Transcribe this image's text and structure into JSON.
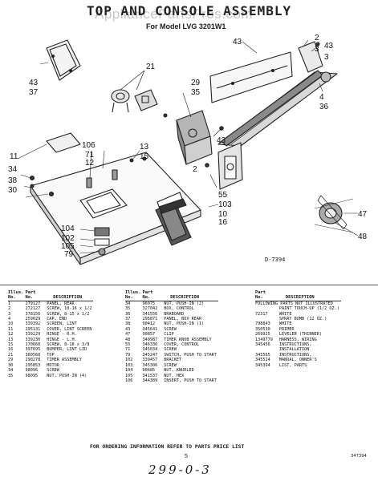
{
  "header": {
    "title": "TOP AND CONSOLE ASSEMBLY",
    "watermark": "AppliancePartsPros.com",
    "model": "For Model LVG 3201W1"
  },
  "diagram": {
    "callouts": [
      "43",
      "2",
      "3",
      "4",
      "36",
      "37",
      "21",
      "29",
      "35",
      "11",
      "106",
      "71",
      "12",
      "13",
      "15",
      "34",
      "38",
      "30",
      "43",
      "55",
      "103",
      "10",
      "16",
      "104",
      "102",
      "105",
      "79",
      "47",
      "48",
      "2",
      "43",
      "43",
      "3"
    ],
    "drawing_no": "D-7394"
  },
  "parts_table": {
    "headers": {
      "illus": "Illus.",
      "part": "Part",
      "no": "No.",
      "no2": "No.",
      "desc": "DESCRIPTION"
    },
    "col1": [
      [
        "1",
        "279127",
        "PANEL, REAR"
      ],
      [
        "2",
        "272127",
        "SCREW, 10-16 x 1/2"
      ],
      [
        "3",
        "378156",
        "SCREW, 8-15 x 1/2"
      ],
      [
        "4",
        "259029",
        "CAP, END"
      ],
      [
        "10",
        "339392",
        "SCREEN, LINT"
      ],
      [
        "11",
        "295131",
        "COVER, LINT SCREEN"
      ],
      [
        "12",
        "339229",
        "HINGE - R.H."
      ],
      [
        "13",
        "339230",
        "HINGE - L.H."
      ],
      [
        "15",
        "170668",
        "SCREW, 8-18 x 3/8"
      ],
      [
        "16",
        "397695",
        "BUMPER, LINT LID"
      ],
      [
        "21",
        "360568",
        "TOP"
      ],
      [
        "29",
        "290278",
        "TIMER ASSEMBLY"
      ],
      [
        "30",
        "295853",
        "MOTOR"
      ],
      [
        "34",
        "98096",
        "SCREW"
      ],
      [
        "35",
        "98095",
        "NUT, PUSH-IN (4)"
      ]
    ],
    "col2": [
      [
        "34",
        "96075",
        "NUT, PUSH-IN (2)"
      ],
      [
        "35",
        "327042",
        "BOX, CONTROL"
      ],
      [
        "36",
        "341556",
        "BRABOARD"
      ],
      [
        "37",
        "295871",
        "PANEL, BOX REAR"
      ],
      [
        "38",
        "90412",
        "NUT, PUSH-IN (1)"
      ],
      [
        "43",
        "345641",
        "SCREW"
      ],
      [
        "47",
        "90857",
        "CLIP"
      ],
      [
        "48",
        "340987",
        "TIMER KNOB ASSEMBLY"
      ],
      [
        "55",
        "346336",
        "COVER, CONTROL"
      ],
      [
        "71",
        "345034",
        "SCREW"
      ],
      [
        "79",
        "345247",
        "SWITCH, PUSH TO START"
      ],
      [
        "102",
        "339457",
        "BRACKET"
      ],
      [
        "103",
        "345306",
        "SCREW"
      ],
      [
        "104",
        "90685",
        "NUT, KNURLED"
      ],
      [
        "105",
        "341537",
        "NUT, HEX"
      ],
      [
        "106",
        "344389",
        "INSERT, PUSH TO START"
      ]
    ],
    "col3_intro": "FOLLOWING PARTS NOT ILLUSTRATED",
    "col3": [
      [
        "",
        "PAINT TOUCH-UP (1/2 OZ.)"
      ],
      [
        "72317",
        "WHITE"
      ],
      [
        "",
        "SPRAY BOMB (12 OZ.)"
      ],
      [
        "798843",
        "WHITE"
      ],
      [
        "350530",
        "PRIMER"
      ],
      [
        "269925",
        "LEVELER (THINNER)"
      ],
      [
        "1349779",
        "HARNESS, WIRING"
      ],
      [
        "345456",
        "INSTRUCTIONS,"
      ],
      [
        "",
        "INSTALLATION"
      ],
      [
        "345565",
        "INSTRUCTIONS,"
      ],
      [
        "345514",
        "MANUAL, OWNER'S"
      ],
      [
        "345394",
        "LIST, PARTS"
      ]
    ]
  },
  "footer": {
    "ordering": "FOR ORDERING INFORMATION REFER TO PARTS PRICE LIST",
    "page": "5",
    "doc_id": "347394",
    "handwritten": "299-0-3"
  }
}
